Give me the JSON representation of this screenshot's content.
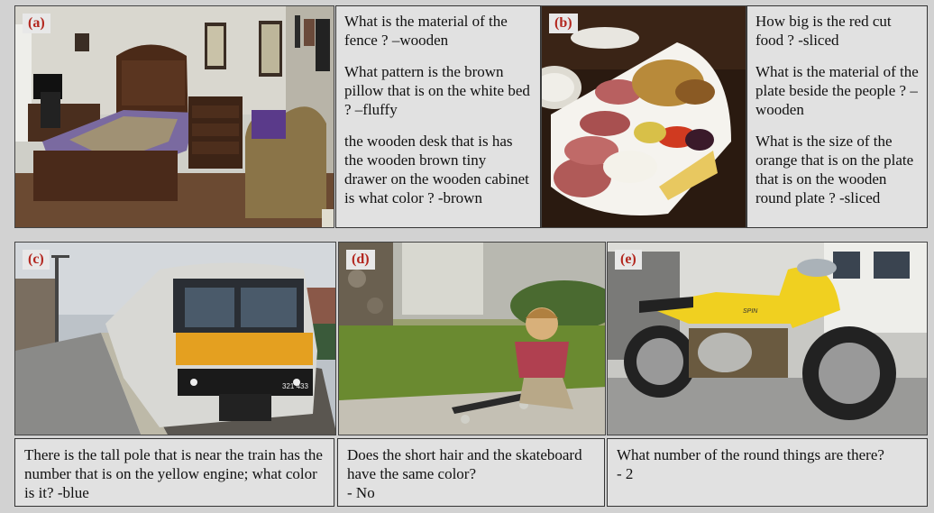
{
  "panels": [
    {
      "label": "(a)",
      "qa": [
        "What is the material of the fence ? –wooden",
        "What pattern is the brown pillow that is on the white bed ? –fluffy",
        "the wooden desk that is has the wooden brown tiny drawer on the wooden cabinet is what color ? -brown"
      ]
    },
    {
      "label": "(b)",
      "qa": [
        "How big is the red cut food ? -sliced",
        "What is the material of the plate beside the people ? –wooden",
        "What is the size of the orange that is on the plate that is on the wooden round plate ? -sliced"
      ]
    },
    {
      "label": "(c)",
      "qa": [
        "There is the tall pole that is near the train has the number that is on the yellow engine; what color is it?  -blue"
      ]
    },
    {
      "label": "(d)",
      "qa": [
        "Does the short hair and the skateboard have the same color?",
        "- No"
      ]
    },
    {
      "label": "(e)",
      "qa": [
        "What number of the round things are there?",
        "- 2"
      ]
    }
  ],
  "train_number": "321 433",
  "bike_text": "SPIN"
}
